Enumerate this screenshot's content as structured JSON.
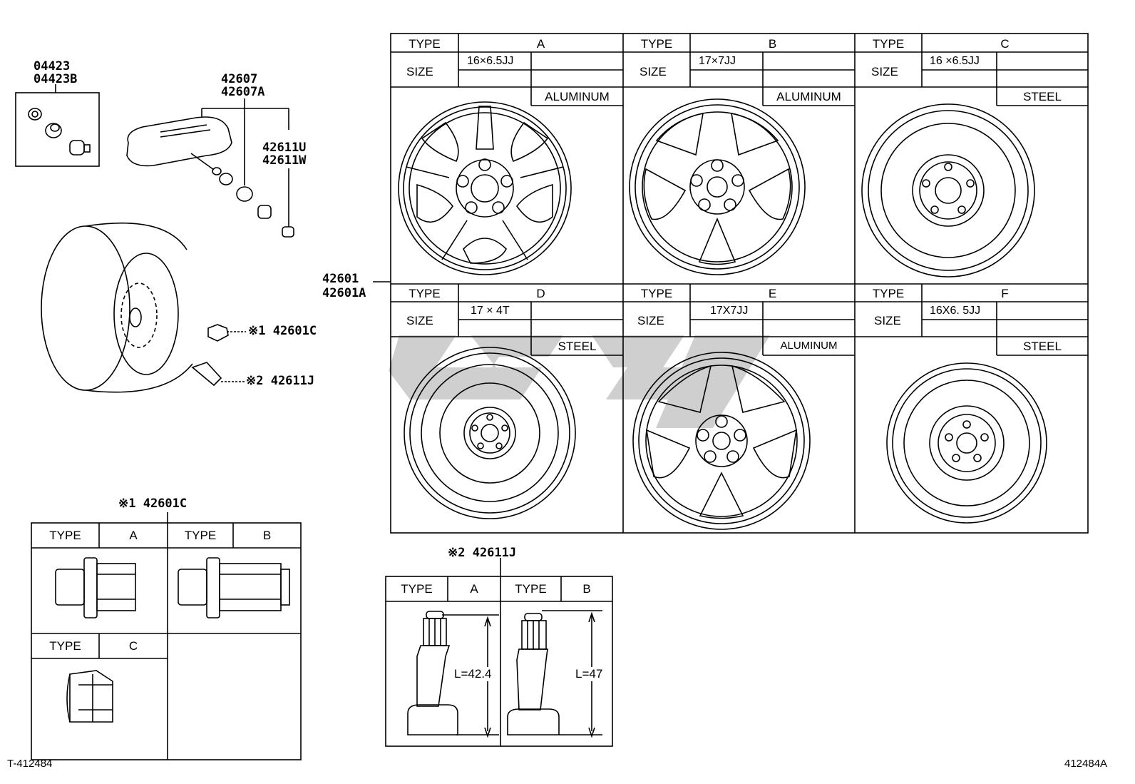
{
  "parts": {
    "kit_top": [
      "04423",
      "04423B"
    ],
    "sensor": [
      "42607",
      "42607A"
    ],
    "valve_cap": [
      "42611U",
      "42611W"
    ],
    "wheel": [
      "42601",
      "42601A"
    ],
    "hub_nut_callout": "※1 42601C",
    "valve_callout": "※2 42611J"
  },
  "wheel_table": {
    "type_label": "TYPE",
    "size_label": "SIZE",
    "cells": [
      {
        "type": "A",
        "size": "16×6.5JJ",
        "material": "ALUMINUM"
      },
      {
        "type": "B",
        "size": "17×7JJ",
        "material": "ALUMINUM"
      },
      {
        "type": "C",
        "size": "16 ×6.5JJ",
        "material": "STEEL"
      },
      {
        "type": "D",
        "size": "17 × 4T",
        "material": "STEEL"
      },
      {
        "type": "E",
        "size": "17X7JJ",
        "material": "ALUMINUM"
      },
      {
        "type": "F",
        "size": "16X6. 5JJ",
        "material": "STEEL"
      }
    ]
  },
  "nut_table": {
    "title": "※1 42601C",
    "type_label": "TYPE",
    "types": [
      "A",
      "B",
      "C"
    ]
  },
  "valve_table": {
    "title": "※2 42611J",
    "type_label": "TYPE",
    "types": [
      "A",
      "B"
    ],
    "lengths": [
      "L=42.4",
      "L=47"
    ]
  },
  "footer": {
    "left": "T-412484",
    "right": "412484A"
  }
}
